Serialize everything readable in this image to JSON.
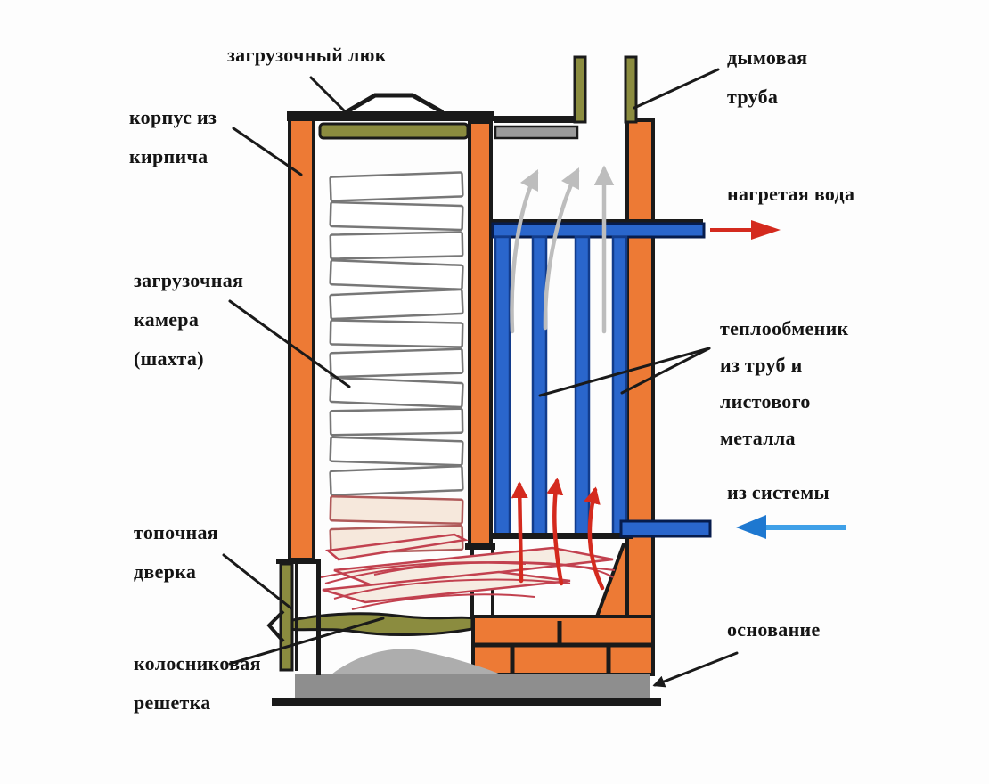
{
  "diagram_title": "",
  "labels": {
    "loading_hatch": "загрузочный люк",
    "brick_body": "корпус из\nкирпича",
    "chimney": "дымовая\nтруба",
    "heated_water": "нагретая вода",
    "loading_chamber": "загрузочная\nкамера\n(шахта)",
    "heat_exchanger": "теплообменик\nиз труб и\nлистового\nметалла",
    "from_system": "из системы",
    "firebox_door": "топочная\nдверка",
    "foundation": "основание",
    "grate": "колосниковая\nрешетка"
  },
  "colors": {
    "brick": "#ED7A35",
    "olive": "#8B8C3F",
    "tube": "#2A66CC",
    "pipe_dark": "#123C8C",
    "arrow_red": "#D42A1E",
    "arrow_blue": "#3FA0E8",
    "smoke": "#BDBDBD",
    "foundation": "#8E8E8E",
    "ash": "#ADADAD",
    "flame": "#C2414F",
    "outline": "#1a1a1a",
    "bg": "#FDFDFD",
    "label": "#141414"
  },
  "icons": {
    "heated_water_arrow": "red-arrow-right",
    "from_system_arrow": "blue-arrow-left",
    "smoke_flow": "gray-up-arrows",
    "fire_flow": "red-up-arrows"
  }
}
